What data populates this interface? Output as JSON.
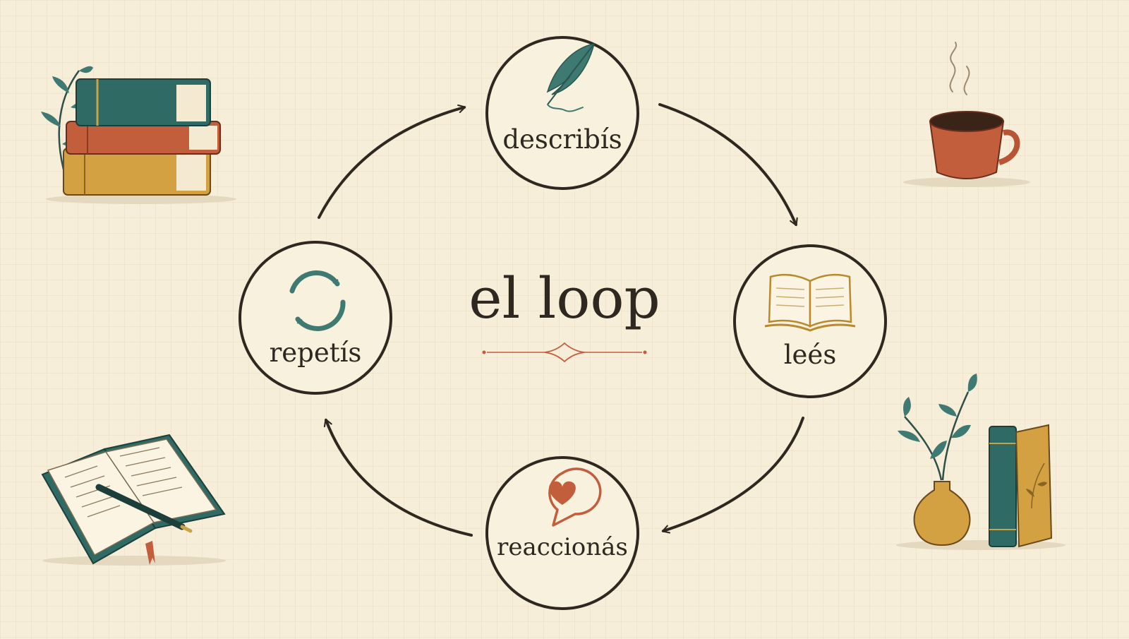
{
  "title": "el loop",
  "nodes": [
    {
      "label": "describís",
      "icon": "quill-pen-icon"
    },
    {
      "label": "leés",
      "icon": "open-book-icon"
    },
    {
      "label": "reaccionás",
      "icon": "heart-speech-bubble-icon"
    },
    {
      "label": "repetís",
      "icon": "refresh-cycle-icon"
    }
  ],
  "decorations": [
    "book-stack-icon",
    "coffee-cup-icon",
    "notebook-with-pen-icon",
    "vase-and-books-icon"
  ],
  "colors": {
    "background": "#f6eed9",
    "ink": "#2f2820",
    "teal": "#3f7a72",
    "terracotta": "#c25e3c",
    "mustard": "#d3a042"
  }
}
